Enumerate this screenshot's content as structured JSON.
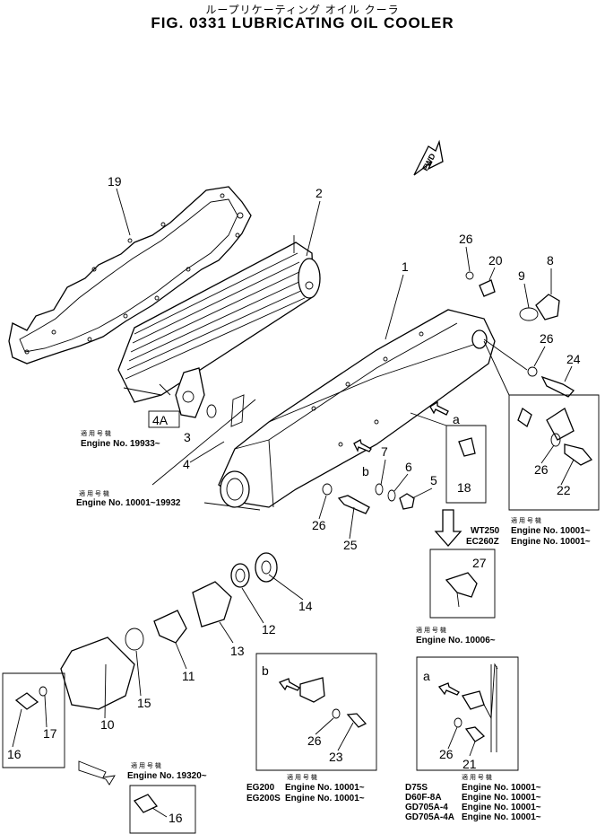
{
  "header": {
    "title_jp": "ループリケーティング オイル クーラ",
    "title": "FIG. 0331  LUBRICATING OIL COOLER"
  },
  "fwd_label": "FWD",
  "letters": {
    "a": "a",
    "b": "b"
  },
  "parts": {
    "p1": "1",
    "p2": "2",
    "p3": "3",
    "p4": "4",
    "p4a": "4A",
    "p5": "5",
    "p6": "6",
    "p7": "7",
    "p8": "8",
    "p9": "9",
    "p10": "10",
    "p11": "11",
    "p12": "12",
    "p13": "13",
    "p14": "14",
    "p15": "15",
    "p16": "16",
    "p17": "17",
    "p18": "18",
    "p19": "19",
    "p20": "20",
    "p21": "21",
    "p22": "22",
    "p23": "23",
    "p24": "24",
    "p25": "25",
    "p26": "26",
    "p27": "27"
  },
  "notes": {
    "serial_jp": "適 用 号 機",
    "n1": "Engine No. 19933~",
    "n2": "Engine No. 10001~19932",
    "n3_model1": "WT250",
    "n3_eng1": "Engine No. 10001~",
    "n3_model2": "EC260Z",
    "n3_eng2": "Engine No. 10001~",
    "n4": "Engine  No. 10006~",
    "n5": "Engine No. 19320~",
    "n6_model1": "EG200",
    "n6_eng1": "Engine No. 10001~",
    "n6_model2": "EG200S",
    "n6_eng2": "Engine No. 10001~",
    "n7_model1": "D75S",
    "n7_eng1": "Engine No. 10001~",
    "n7_model2": "D60F-8A",
    "n7_eng2": "Engine No. 10001~",
    "n7_model3": "GD705A-4",
    "n7_eng3": "Engine No. 10001~",
    "n7_model4": "GD705A-4A",
    "n7_eng4": "Engine No. 10001~"
  }
}
